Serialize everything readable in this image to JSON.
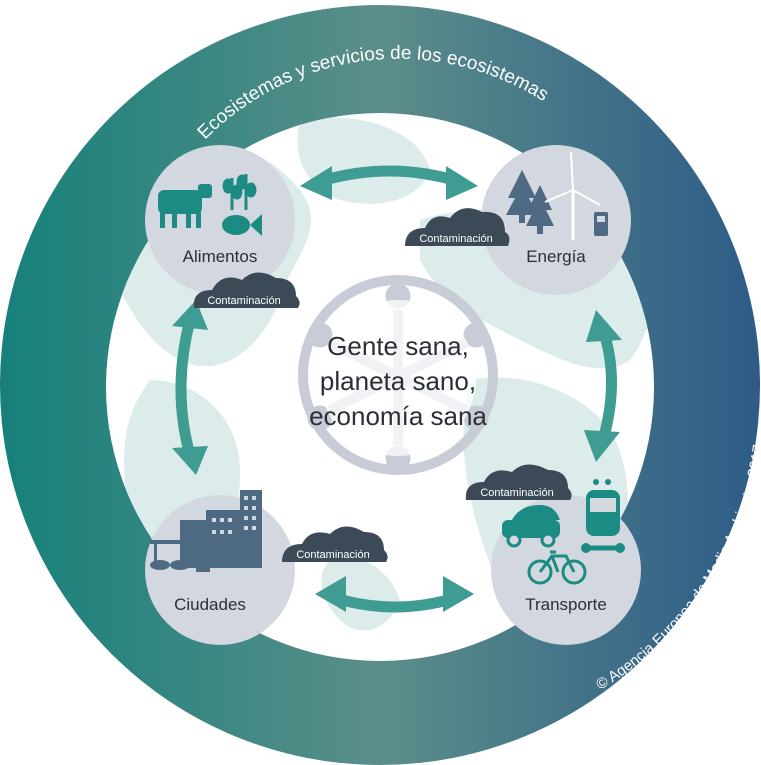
{
  "ring_text": "Ecosistemas y servicios de los ecosistemas",
  "copyright": "© Agencia Europea de Medio Ambiente, 2017",
  "center_lines": [
    "Gente sana,",
    "planeta sano,",
    "economía sana"
  ],
  "nodes": {
    "alimentos": "Alimentos",
    "energia": "Energía",
    "ciudades": "Ciudades",
    "transporte": "Transporte"
  },
  "pollution_label": "Contaminación",
  "colors": {
    "ring_left": "#1b7f78",
    "ring_mid": "#4f8a86",
    "ring_right": "#2f5f86",
    "inner_bg": "#ffffff",
    "map_land": "#dcecea",
    "node_circle": "#d3d7df",
    "icon_teal": "#1c8b83",
    "icon_slate": "#4e6a82",
    "arrow": "#3f9c92",
    "cloud": "#3c4a58",
    "people": "#c8ccd6",
    "text_dark": "#2b2f36"
  }
}
